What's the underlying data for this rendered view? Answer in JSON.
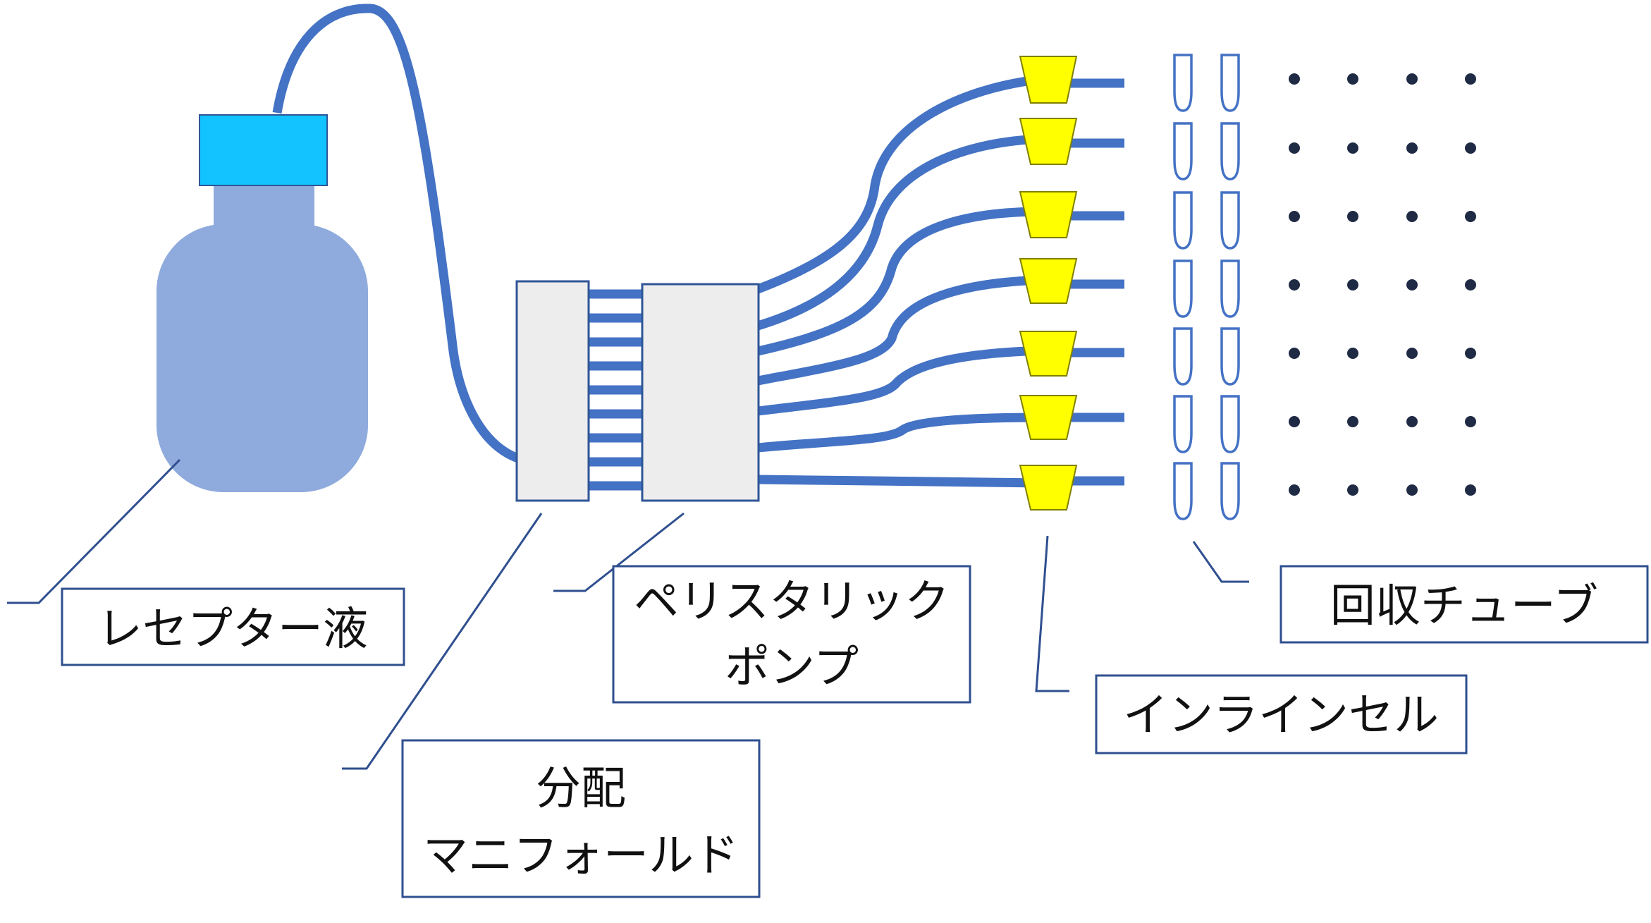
{
  "colors": {
    "tube": "#4472C4",
    "bottle_body": "#8FAADC",
    "bottle_cap": "#13C3FF",
    "block_fill": "#EDEDED",
    "block_stroke": "#2F5597",
    "inline_cell": "#FFFF00",
    "inline_cell_stroke": "#808000",
    "label_border": "#2F4F8F",
    "leader_line": "#2F4F8F",
    "dot": "#1F2A44",
    "text": "#111111"
  },
  "labels": {
    "receptor": "レセプター液",
    "manifold_line1": "分配",
    "manifold_line2": "マニフォールド",
    "pump_line1": "ペリスタリック",
    "pump_line2": "ポンプ",
    "inline_cell": "インラインセル",
    "collection_tube": "回収チューブ"
  },
  "icons": {
    "bottle": "reservoir-bottle-icon",
    "inline_cell": "trapezoid-cell-icon",
    "tube": "collection-tube-icon",
    "dot": "well-dot-icon"
  }
}
